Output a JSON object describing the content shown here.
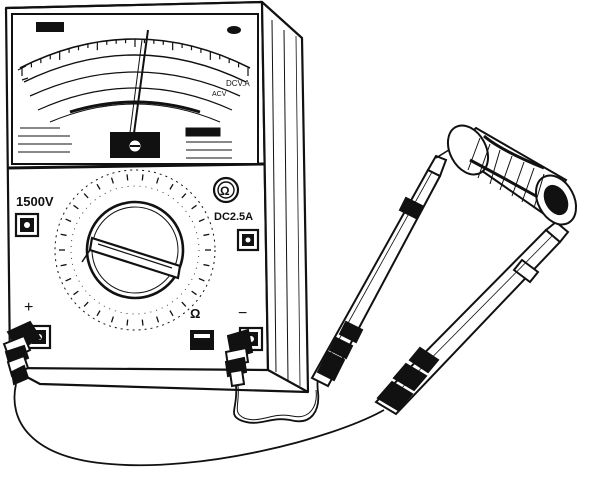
{
  "labels": {
    "dcv_1500": "1500V",
    "dca_25": "DC2.5A",
    "ohm_knob": "Ω",
    "ohm_range": "Ω",
    "plus": "+",
    "minus": "−",
    "scale_dcv": "DCV.A",
    "scale_acv": "ACV"
  },
  "colors": {
    "ink": "#111111",
    "paper": "#ffffff"
  }
}
